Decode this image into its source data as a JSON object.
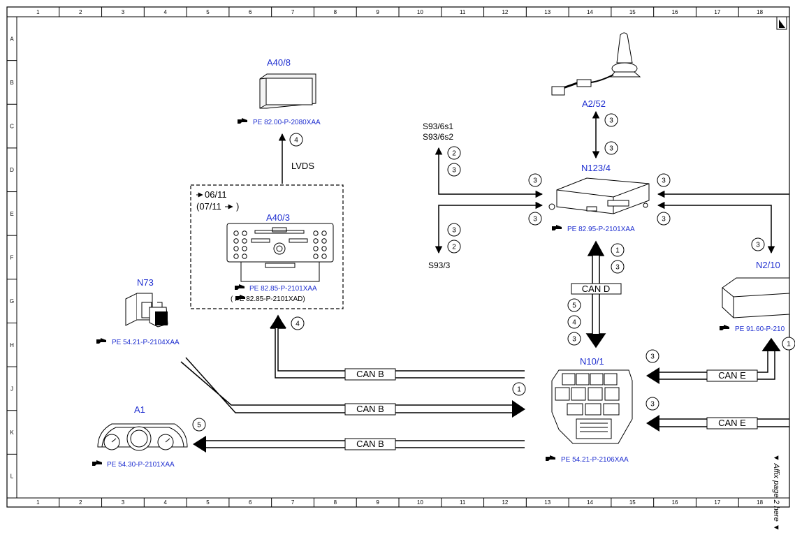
{
  "frame": {
    "columns": [
      "1",
      "2",
      "3",
      "4",
      "5",
      "6",
      "7",
      "8",
      "9",
      "10",
      "11",
      "12",
      "13",
      "14",
      "15",
      "16",
      "17",
      "18"
    ],
    "rows": [
      "A",
      "B",
      "C",
      "D",
      "E",
      "F",
      "G",
      "H",
      "J",
      "K",
      "L"
    ],
    "side_note": "▼ Affix page 2 here ▼"
  },
  "components": {
    "a40_8": {
      "label": "A40/8",
      "ref": "PE 82.00-P-2080XAA"
    },
    "a40_3": {
      "label": "A40/3",
      "ref": "PE 82.85-P-2101XAA",
      "ref_alt": "(    PE 82.85-P-2101XAD)",
      "date_from": "06/11",
      "date_to": "(07/11"
    },
    "n73": {
      "label": "N73",
      "ref": "PE 54.21-P-2104XAA"
    },
    "a1": {
      "label": "A1",
      "ref": "PE 54.30-P-2101XAA"
    },
    "a2_52": {
      "label": "A2/52"
    },
    "n123_4": {
      "label": "N123/4",
      "ref": "PE 82.95-P-2101XAA"
    },
    "n2_10": {
      "label": "N2/10",
      "ref": "PE 91.60-P-210"
    },
    "n10_1": {
      "label": "N10/1",
      "ref": "PE 54.21-P-2106XAA"
    },
    "s93_6s1": {
      "label": "S93/6s1"
    },
    "s93_6s2": {
      "label": "S93/6s2"
    },
    "s93_3": {
      "label": "S93/3"
    }
  },
  "buses": {
    "lvds": "LVDS",
    "can_b": "CAN B",
    "can_d": "CAN D",
    "can_e": "CAN E"
  },
  "markers": {
    "m1": "1",
    "m2": "2",
    "m3": "3",
    "m4": "4",
    "m5": "5"
  }
}
